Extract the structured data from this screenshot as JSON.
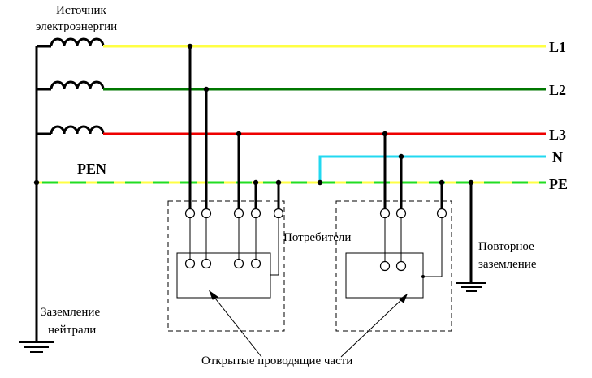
{
  "labels": {
    "source_line1": "Источник",
    "source_line2": "электроэнергии",
    "pen": "PEN",
    "consumers": "Потребители",
    "neutral_ground_line1": "Заземление",
    "neutral_ground_line2": "нейтрали",
    "repeat_ground_line1": "Повторное",
    "repeat_ground_line2": "заземление",
    "exposed_parts": "Открытые проводящие части"
  },
  "buses": {
    "l1": "L1",
    "l2": "L2",
    "l3": "L3",
    "n": "N",
    "pe": "PE"
  },
  "colors": {
    "l1": "#ffff44",
    "l2": "#007700",
    "l3": "#ee0000",
    "n": "#22d8f0",
    "pen_yellow": "#ffff44",
    "pen_green": "#22dd22",
    "conductor": "#000000",
    "background": "#ffffff"
  }
}
